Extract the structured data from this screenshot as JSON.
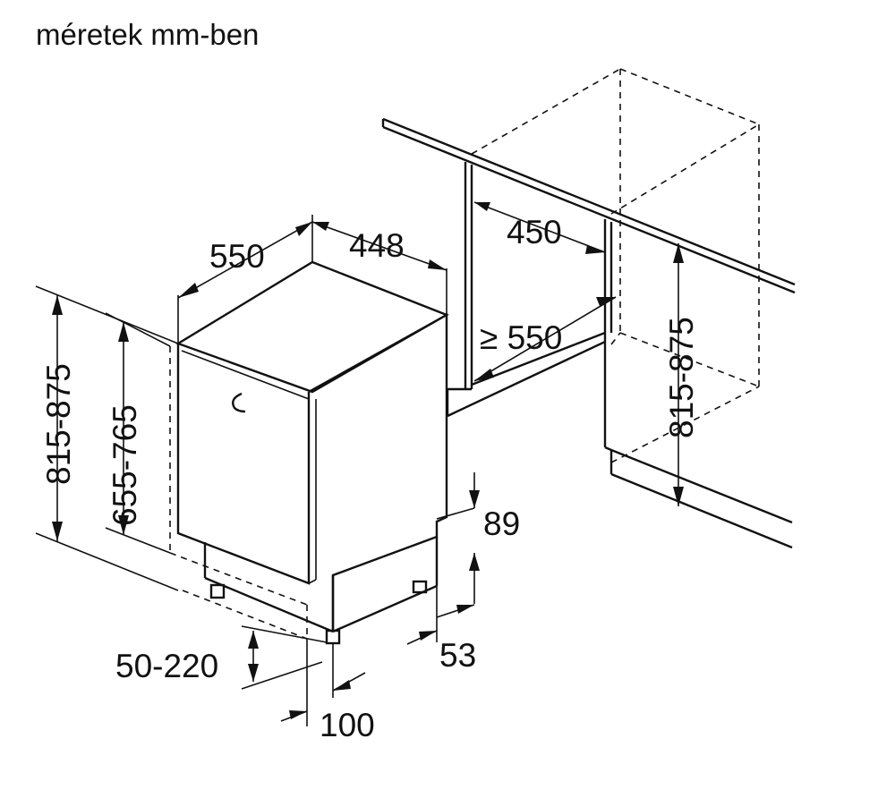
{
  "caption": "méretek mm-ben",
  "dimensions": {
    "width_total": "550",
    "width_appliance": "448",
    "niche_width": "450",
    "niche_depth": "≥ 550",
    "niche_height": "815-875",
    "height_total": "815-875",
    "door_height": "655-765",
    "plinth_height": "89",
    "plinth_offset": "53",
    "foot_adjust": "50-220",
    "foot_offset": "100"
  }
}
